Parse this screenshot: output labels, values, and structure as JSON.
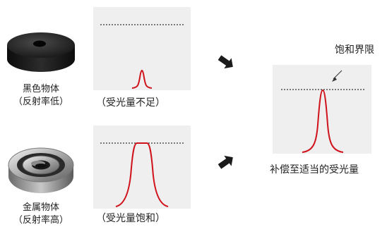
{
  "objects": [
    {
      "name_line1": "黑色物体",
      "name_line2": "（反射率低）",
      "signal_caption": "（受光量不足）"
    },
    {
      "name_line1": "金属物体",
      "name_line2": "（反射率高）",
      "signal_caption": "（受光量饱和）"
    }
  ],
  "result": {
    "threshold_label": "饱和界限",
    "caption": "补偿至适当的受光量"
  },
  "colors": {
    "signal": "#d0121b",
    "panel": "#efefef",
    "arrow": "#1a1a1a"
  }
}
